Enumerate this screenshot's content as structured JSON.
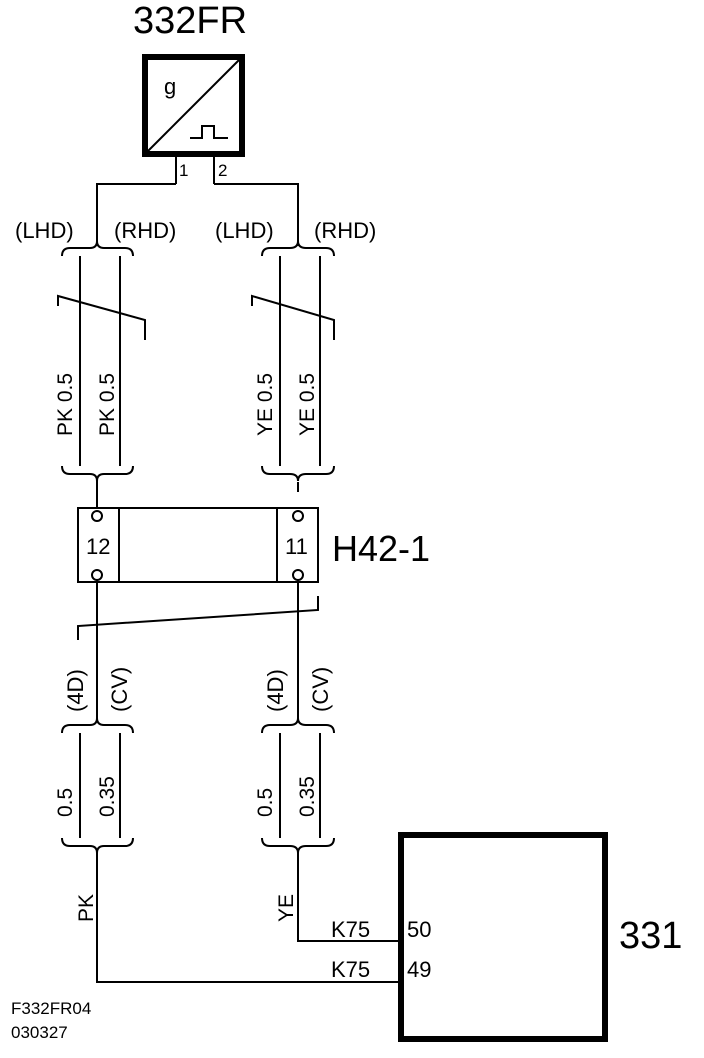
{
  "component_top": {
    "title": "332FR",
    "symbol_letter": "g",
    "pin_1": "1",
    "pin_2": "2"
  },
  "variants_top": {
    "left_a": "(LHD)",
    "left_b": "(RHD)",
    "right_a": "(LHD)",
    "right_b": "(RHD)"
  },
  "wires_top": {
    "w1": "PK  0.5",
    "w2": "PK  0.5",
    "w3": "YE  0.5",
    "w4": "YE  0.5"
  },
  "connector": {
    "name": "H42-1",
    "pin_left": "12",
    "pin_right": "11"
  },
  "variants_bottom": {
    "left_a": "(4D)",
    "left_b": "(CV)",
    "right_a": "(4D)",
    "right_b": "(CV)"
  },
  "wires_bottom": {
    "w1": "0.5",
    "w2": "0.35",
    "w3": "0.5",
    "w4": "0.35"
  },
  "lower_wires": {
    "left_color": "PK",
    "right_color": "YE",
    "splice_top": "K75",
    "splice_bottom": "K75"
  },
  "component_bottom": {
    "title": "331",
    "pin_top": "50",
    "pin_bottom": "49"
  },
  "footer": {
    "code": "F332FR04",
    "date": "030327"
  }
}
